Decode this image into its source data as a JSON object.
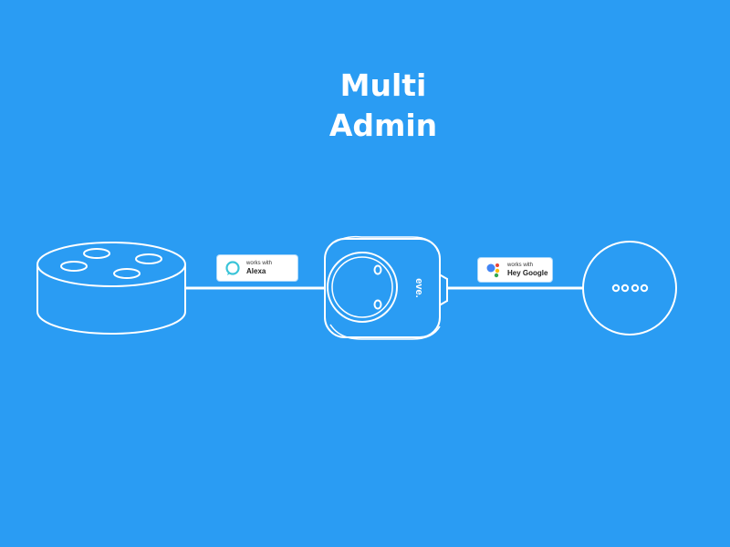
{
  "title": {
    "line1": "Multi",
    "line2": "Admin"
  },
  "badges": {
    "alexa": {
      "prefix": "works with",
      "name": "Alexa",
      "logo_icon": "alexa-ring-icon",
      "logo_color": "#3ac4d8"
    },
    "google": {
      "prefix": "works with",
      "name": "Hey Google",
      "logo_icon": "google-assistant-dots-icon",
      "logo_colors": [
        "#4285f4",
        "#ea4335",
        "#fbbc05",
        "#34a853"
      ]
    }
  },
  "devices": {
    "left": "smart-speaker-puck-icon",
    "center": "smart-plug-icon",
    "center_brand": "eve.",
    "right": "smart-speaker-round-icon"
  },
  "colors": {
    "background": "#2a9cf3",
    "line": "#ffffff"
  }
}
